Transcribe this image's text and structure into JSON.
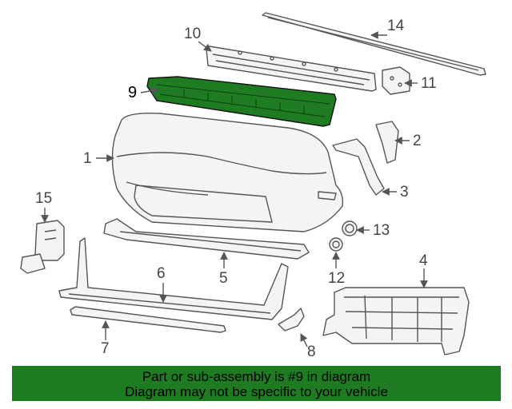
{
  "diagram": {
    "highlighted_part": "9",
    "highlight_color": "#1e7b22",
    "callouts": [
      {
        "id": "c1",
        "label": "1"
      },
      {
        "id": "c2",
        "label": "2"
      },
      {
        "id": "c3",
        "label": "3"
      },
      {
        "id": "c4",
        "label": "4"
      },
      {
        "id": "c5",
        "label": "5"
      },
      {
        "id": "c6",
        "label": "6"
      },
      {
        "id": "c7",
        "label": "7"
      },
      {
        "id": "c8",
        "label": "8"
      },
      {
        "id": "c9",
        "label": "9"
      },
      {
        "id": "c10",
        "label": "10"
      },
      {
        "id": "c11",
        "label": "11"
      },
      {
        "id": "c12",
        "label": "12"
      },
      {
        "id": "c13",
        "label": "13"
      },
      {
        "id": "c14",
        "label": "14"
      },
      {
        "id": "c15",
        "label": "15"
      }
    ]
  },
  "banner": {
    "line1": "Part or sub-assembly is #9 in diagram",
    "line2": "Diagram may not be specific to your vehicle",
    "background": "#1e7b22"
  }
}
